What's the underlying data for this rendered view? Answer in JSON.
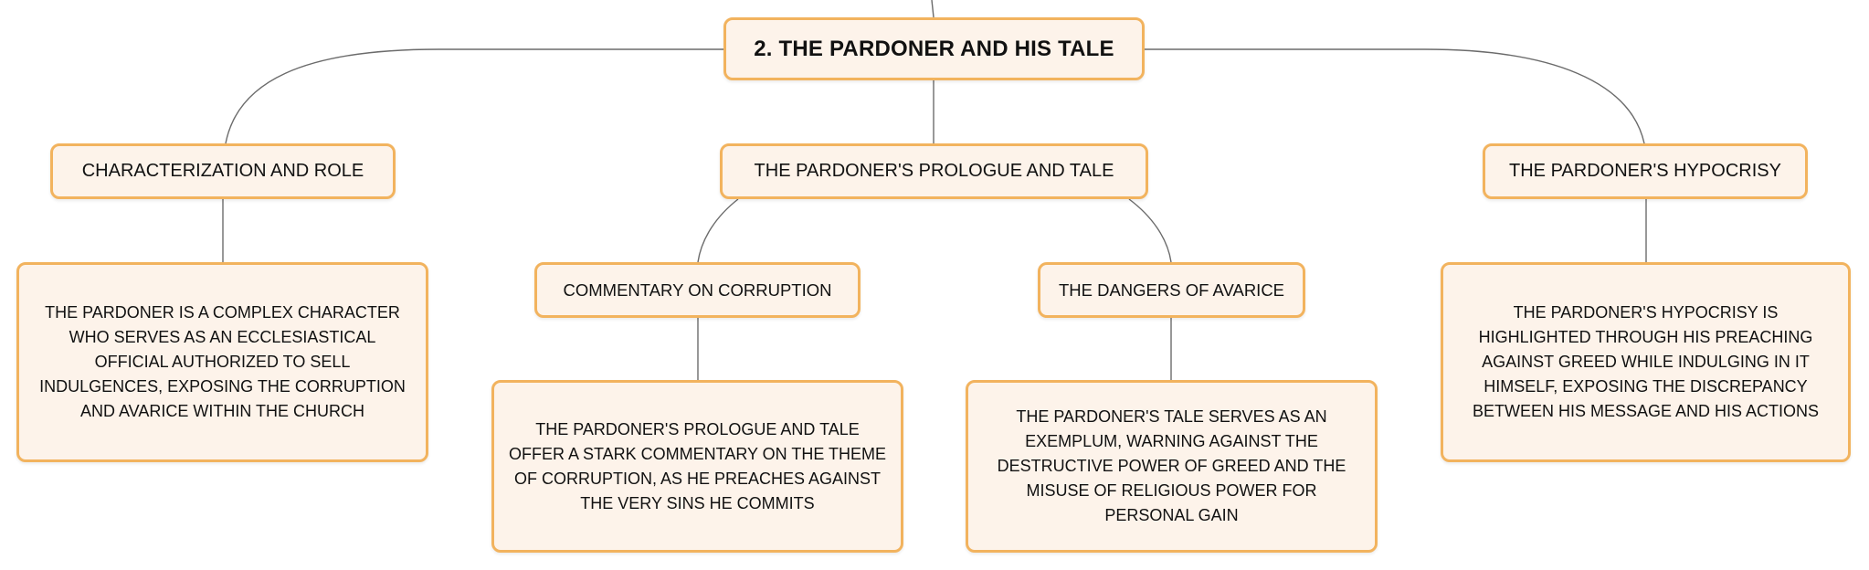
{
  "mindmap": {
    "root": {
      "label": "2. THE PARDONER AND HIS TALE"
    },
    "branches": [
      {
        "label": "CHARACTERIZATION AND ROLE",
        "detail": "THE PARDONER IS A COMPLEX CHARACTER WHO SERVES AS AN ECCLESIASTICAL OFFICIAL AUTHORIZED TO SELL INDULGENCES, EXPOSING THE CORRUPTION AND AVARICE WITHIN THE CHURCH"
      },
      {
        "label": "THE PARDONER'S PROLOGUE AND TALE",
        "children": [
          {
            "label": "COMMENTARY ON CORRUPTION",
            "detail": "THE PARDONER'S PROLOGUE AND TALE OFFER A STARK COMMENTARY ON THE THEME OF CORRUPTION, AS HE PREACHES AGAINST THE VERY SINS HE COMMITS"
          },
          {
            "label": "THE DANGERS OF AVARICE",
            "detail": "THE PARDONER'S TALE SERVES AS AN EXEMPLUM, WARNING AGAINST THE DESTRUCTIVE POWER OF GREED AND THE MISUSE OF RELIGIOUS POWER FOR PERSONAL GAIN"
          }
        ]
      },
      {
        "label": "THE PARDONER'S HYPOCRISY",
        "detail": "THE PARDONER'S HYPOCRISY IS HIGHLIGHTED THROUGH HIS PREACHING AGAINST GREED WHILE INDULGING IN IT HIMSELF, EXPOSING THE DISCREPANCY BETWEEN HIS MESSAGE AND HIS ACTIONS"
      }
    ]
  },
  "colors": {
    "node_fill": "#fdf3ea",
    "node_border": "#f2b35e",
    "connector": "#6b6b6b",
    "text": "#111111"
  }
}
